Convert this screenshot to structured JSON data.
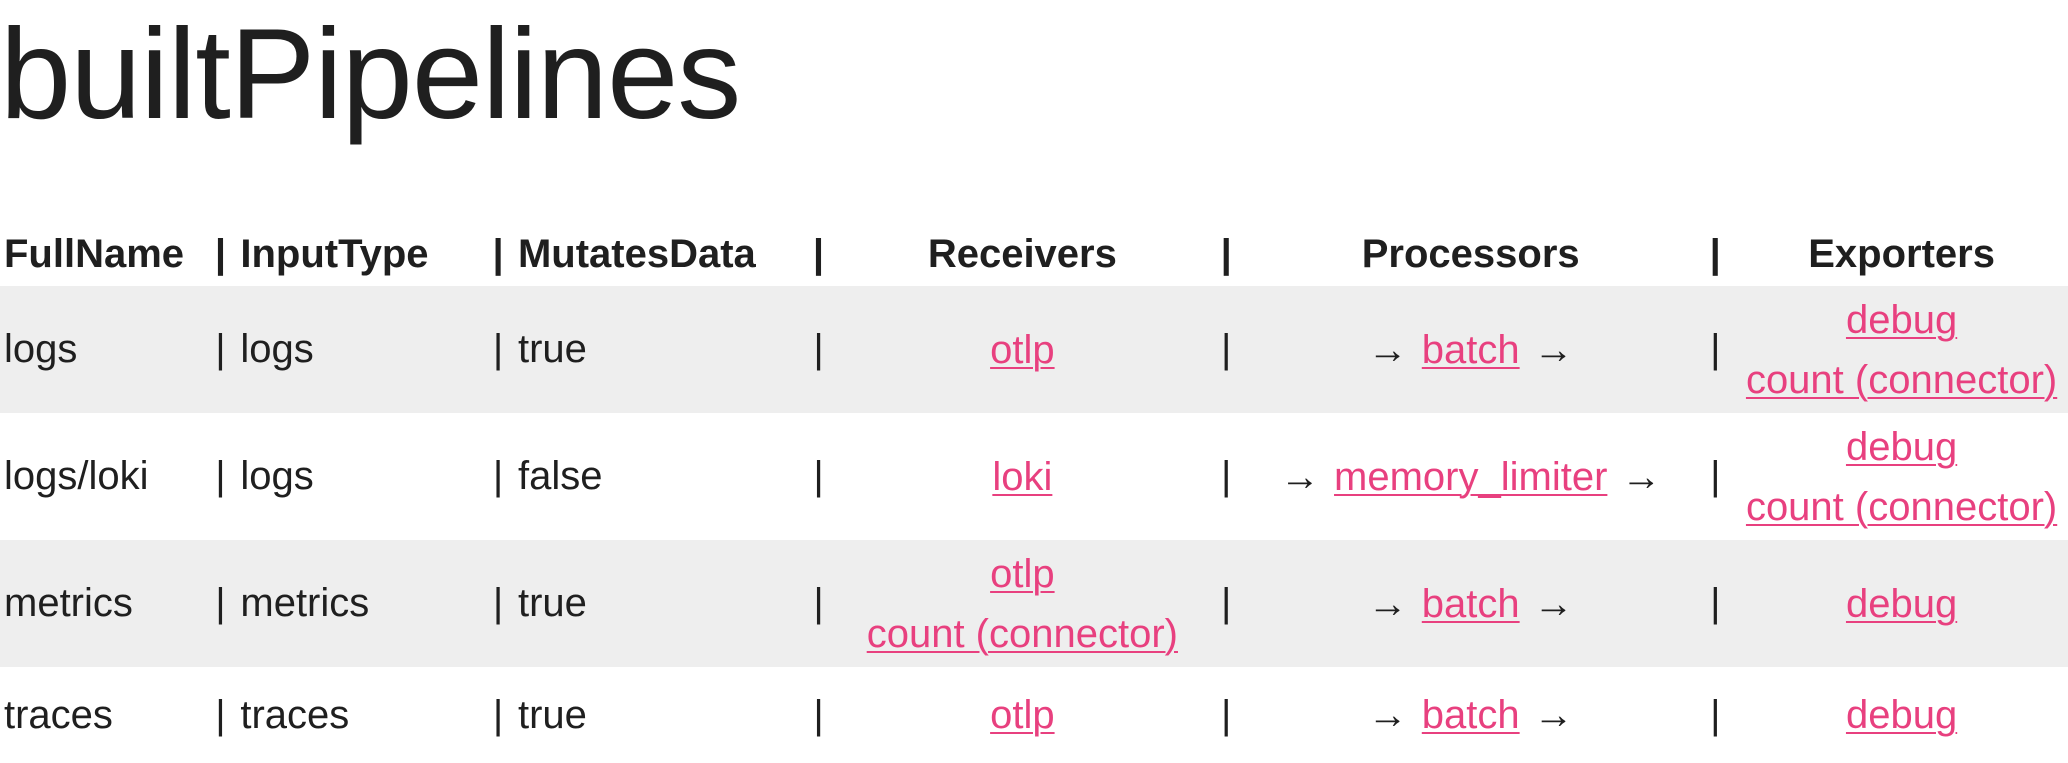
{
  "page": {
    "title": "builtPipelines"
  },
  "table": {
    "separator": "|",
    "arrow": "→",
    "headers": {
      "full_name": "FullName",
      "input_type": "InputType",
      "mutates_data": "MutatesData",
      "receivers": "Receivers",
      "processors": "Processors",
      "exporters": "Exporters"
    },
    "rows": [
      {
        "full_name": "logs",
        "input_type": "logs",
        "mutates_data": "true",
        "receivers": [
          "otlp"
        ],
        "processors": [
          "batch"
        ],
        "exporters": [
          "debug",
          "count (connector)"
        ]
      },
      {
        "full_name": "logs/loki",
        "input_type": "logs",
        "mutates_data": "false",
        "receivers": [
          "loki"
        ],
        "processors": [
          "memory_limiter"
        ],
        "exporters": [
          "debug",
          "count (connector)"
        ]
      },
      {
        "full_name": "metrics",
        "input_type": "metrics",
        "mutates_data": "true",
        "receivers": [
          "otlp",
          "count (connector)"
        ],
        "processors": [
          "batch"
        ],
        "exporters": [
          "debug"
        ]
      },
      {
        "full_name": "traces",
        "input_type": "traces",
        "mutates_data": "true",
        "receivers": [
          "otlp"
        ],
        "processors": [
          "batch"
        ],
        "exporters": [
          "debug"
        ]
      }
    ]
  },
  "colors": {
    "link": "#e8407f",
    "row_stripe": "#eeeeee",
    "text": "#1f1f1f"
  }
}
